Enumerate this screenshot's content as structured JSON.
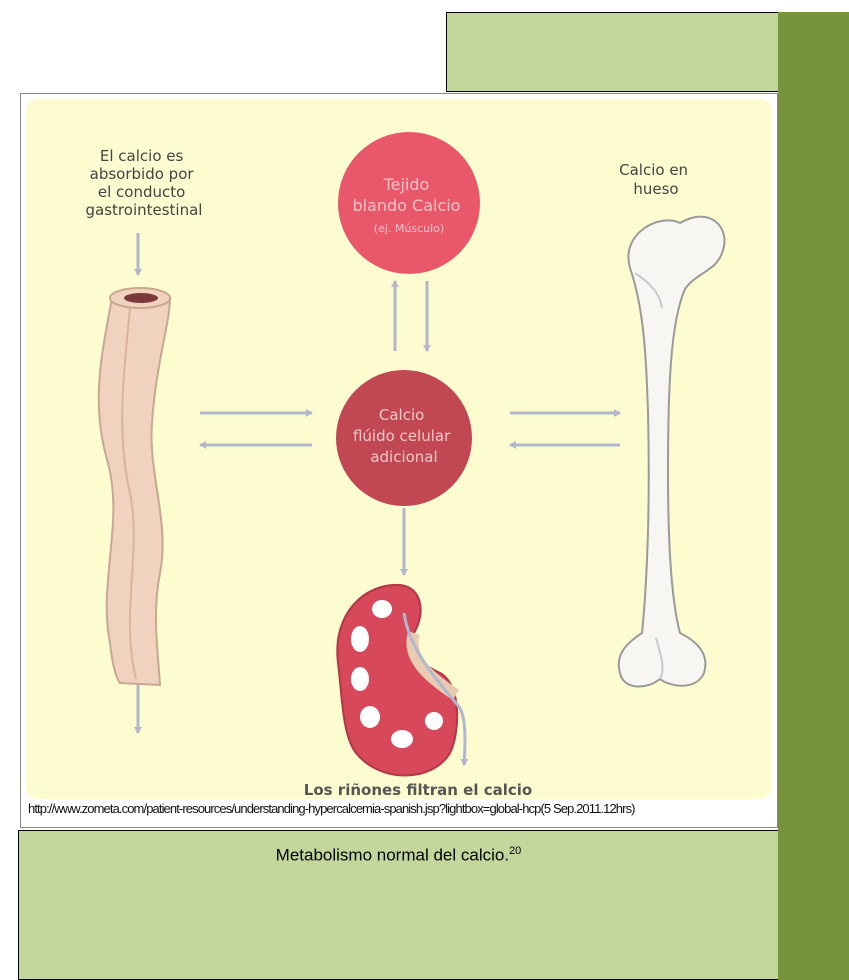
{
  "diagram": {
    "gi_label": [
      "El calcio es",
      "absorbido por",
      "el conducto",
      "gastrointestinal"
    ],
    "soft_tissue_label": [
      "Tejido",
      "blando Calcio",
      "(ej. Músculo)"
    ],
    "bone_label": [
      "Calcio en",
      "hueso"
    ],
    "fluid_label": [
      "Calcio",
      "flúido celular",
      "adicional"
    ],
    "kidney_label": "Los riñones filtran el calcio"
  },
  "source_url": "http://www.zometa.com/patient-resources/understanding-hypercalcemia-spanish.jsp?lightbox=global-hcp(5 Sep.2011.12hrs)",
  "caption": {
    "text": "Metabolismo normal del calcio.",
    "ref": "20"
  },
  "colors": {
    "sidebar": "#77933c",
    "panel": "#c3d69b",
    "diagram_bg": "#fdfcd0",
    "circle_pink": "#e9586a",
    "circle_dark": "#c14752",
    "arrow": "#b3b7cc"
  }
}
